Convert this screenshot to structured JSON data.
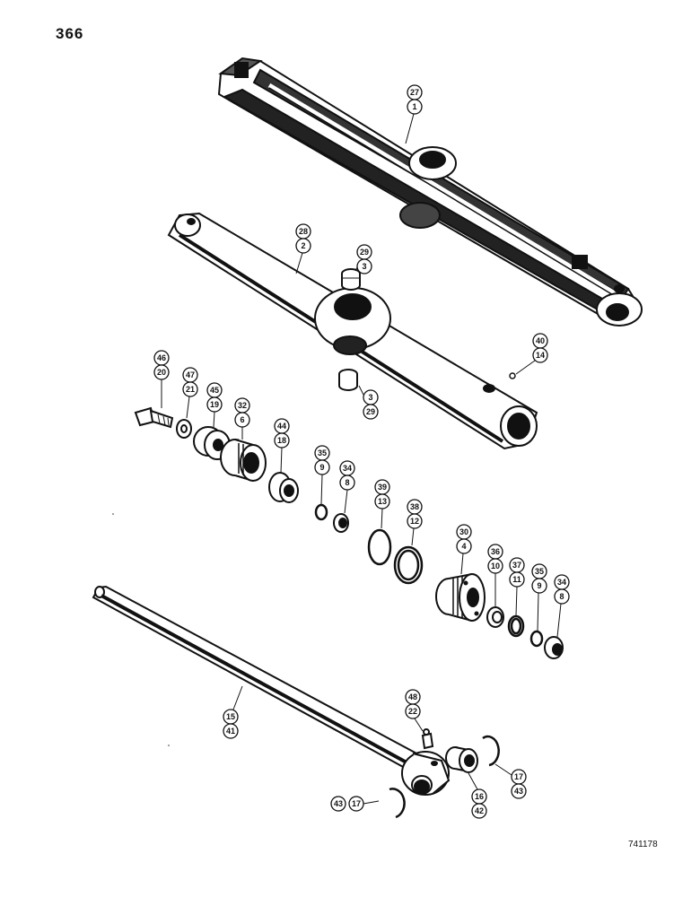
{
  "page_number": "366",
  "drawing_code": "741178",
  "callouts": [
    {
      "id": "c1",
      "top": "27",
      "bottom": "1"
    },
    {
      "id": "c2",
      "top": "28",
      "bottom": "2"
    },
    {
      "id": "c3",
      "top": "29",
      "bottom": "3"
    },
    {
      "id": "c4",
      "top": "3",
      "bottom": "29"
    },
    {
      "id": "c5",
      "top": "40",
      "bottom": "14"
    },
    {
      "id": "c6",
      "top": "46",
      "bottom": "20"
    },
    {
      "id": "c7",
      "top": "47",
      "bottom": "21"
    },
    {
      "id": "c8",
      "top": "45",
      "bottom": "19"
    },
    {
      "id": "c9",
      "top": "32",
      "bottom": "6"
    },
    {
      "id": "c10",
      "top": "44",
      "bottom": "18"
    },
    {
      "id": "c11",
      "top": "35",
      "bottom": "9"
    },
    {
      "id": "c12",
      "top": "34",
      "bottom": "8"
    },
    {
      "id": "c13",
      "top": "39",
      "bottom": "13"
    },
    {
      "id": "c14",
      "top": "38",
      "bottom": "12"
    },
    {
      "id": "c15",
      "top": "30",
      "bottom": "4"
    },
    {
      "id": "c16",
      "top": "36",
      "bottom": "10"
    },
    {
      "id": "c17",
      "top": "37",
      "bottom": "11"
    },
    {
      "id": "c18",
      "top": "35",
      "bottom": "9"
    },
    {
      "id": "c19",
      "top": "34",
      "bottom": "8"
    },
    {
      "id": "c20",
      "top": "48",
      "bottom": "22"
    },
    {
      "id": "c21",
      "top": "15",
      "bottom": "41"
    },
    {
      "id": "c22",
      "top": "16",
      "bottom": "42"
    },
    {
      "id": "c23",
      "left": "43",
      "right": "17"
    },
    {
      "id": "c24",
      "top": "17",
      "bottom": "43"
    }
  ]
}
